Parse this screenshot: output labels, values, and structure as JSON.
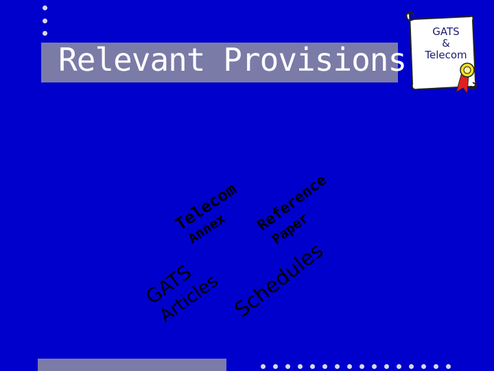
{
  "slide": {
    "title": "Relevant Provisions",
    "scroll_label_line1": "GATS",
    "scroll_label_line2": "&",
    "scroll_label_line3": "Telecom",
    "labels": {
      "telecom": "Telecom",
      "annex": "Annex",
      "reference": "Reference",
      "paper": "Paper",
      "gats": "GATS",
      "articles": "Articles",
      "schedules": "Schedules"
    }
  },
  "colors": {
    "background": "#0000cc",
    "title_bar": "#7b7ba8",
    "text": "#ffffff",
    "label_text": "#000000",
    "ribbon": "#e02020"
  },
  "icons": [
    "bullet-dot-icon",
    "scroll-icon",
    "ribbon-rosette-icon"
  ]
}
